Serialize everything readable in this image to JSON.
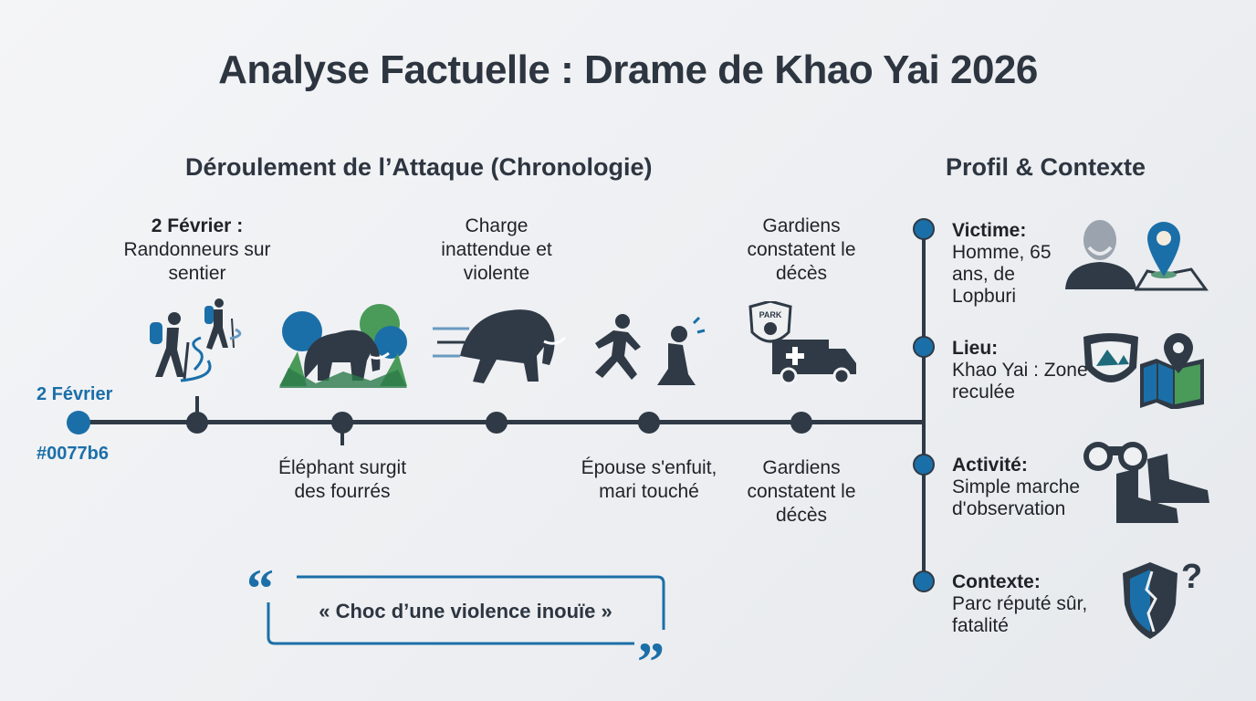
{
  "title": "Analyse Factuelle : Drame de Khao Yai 2026",
  "timeline": {
    "heading": "Déroulement de l’Attaque (Chronologie)",
    "start_date": "2 Février",
    "start_color_label": "#0077b6",
    "events": [
      {
        "bold": "2 Février :",
        "text": "Randonneurs sur sentier",
        "icon": "hikers-icon"
      },
      {
        "text": "Éléphant surgit des fourrés",
        "icon": "elephant-jungle-icon"
      },
      {
        "text": "Charge inattendue et violente",
        "icon": "charging-elephant-icon"
      },
      {
        "text": "Épouse s'enfuit, mari touché",
        "icon": "fleeing-person-icon"
      },
      {
        "text_above": "Gardiens constatent le décès",
        "text": "Gardiens constatent le décès",
        "icon": "ambulance-icon",
        "badge": "PARK"
      }
    ],
    "quote": "« Choc d’une violence inouïe »"
  },
  "profile": {
    "heading": "Profil & Contexte",
    "items": [
      {
        "label": "Victime:",
        "text": "Homme, 65 ans, de Lopburi",
        "icon": "elderly-man-map-pin-icon"
      },
      {
        "label": "Lieu:",
        "text": "Khao Yai : Zone reculée",
        "icon": "park-badge-map-icon"
      },
      {
        "label": "Activité:",
        "text": "Simple marche d'observation",
        "icon": "binoculars-boots-icon"
      },
      {
        "label": "Contexte:",
        "text": "Parc réputé sûr, fatalité",
        "icon": "broken-shield-question-icon"
      }
    ]
  },
  "colors": {
    "accent": "#1b6fa8",
    "dark": "#2f3a46",
    "green": "#4a9a5a"
  }
}
